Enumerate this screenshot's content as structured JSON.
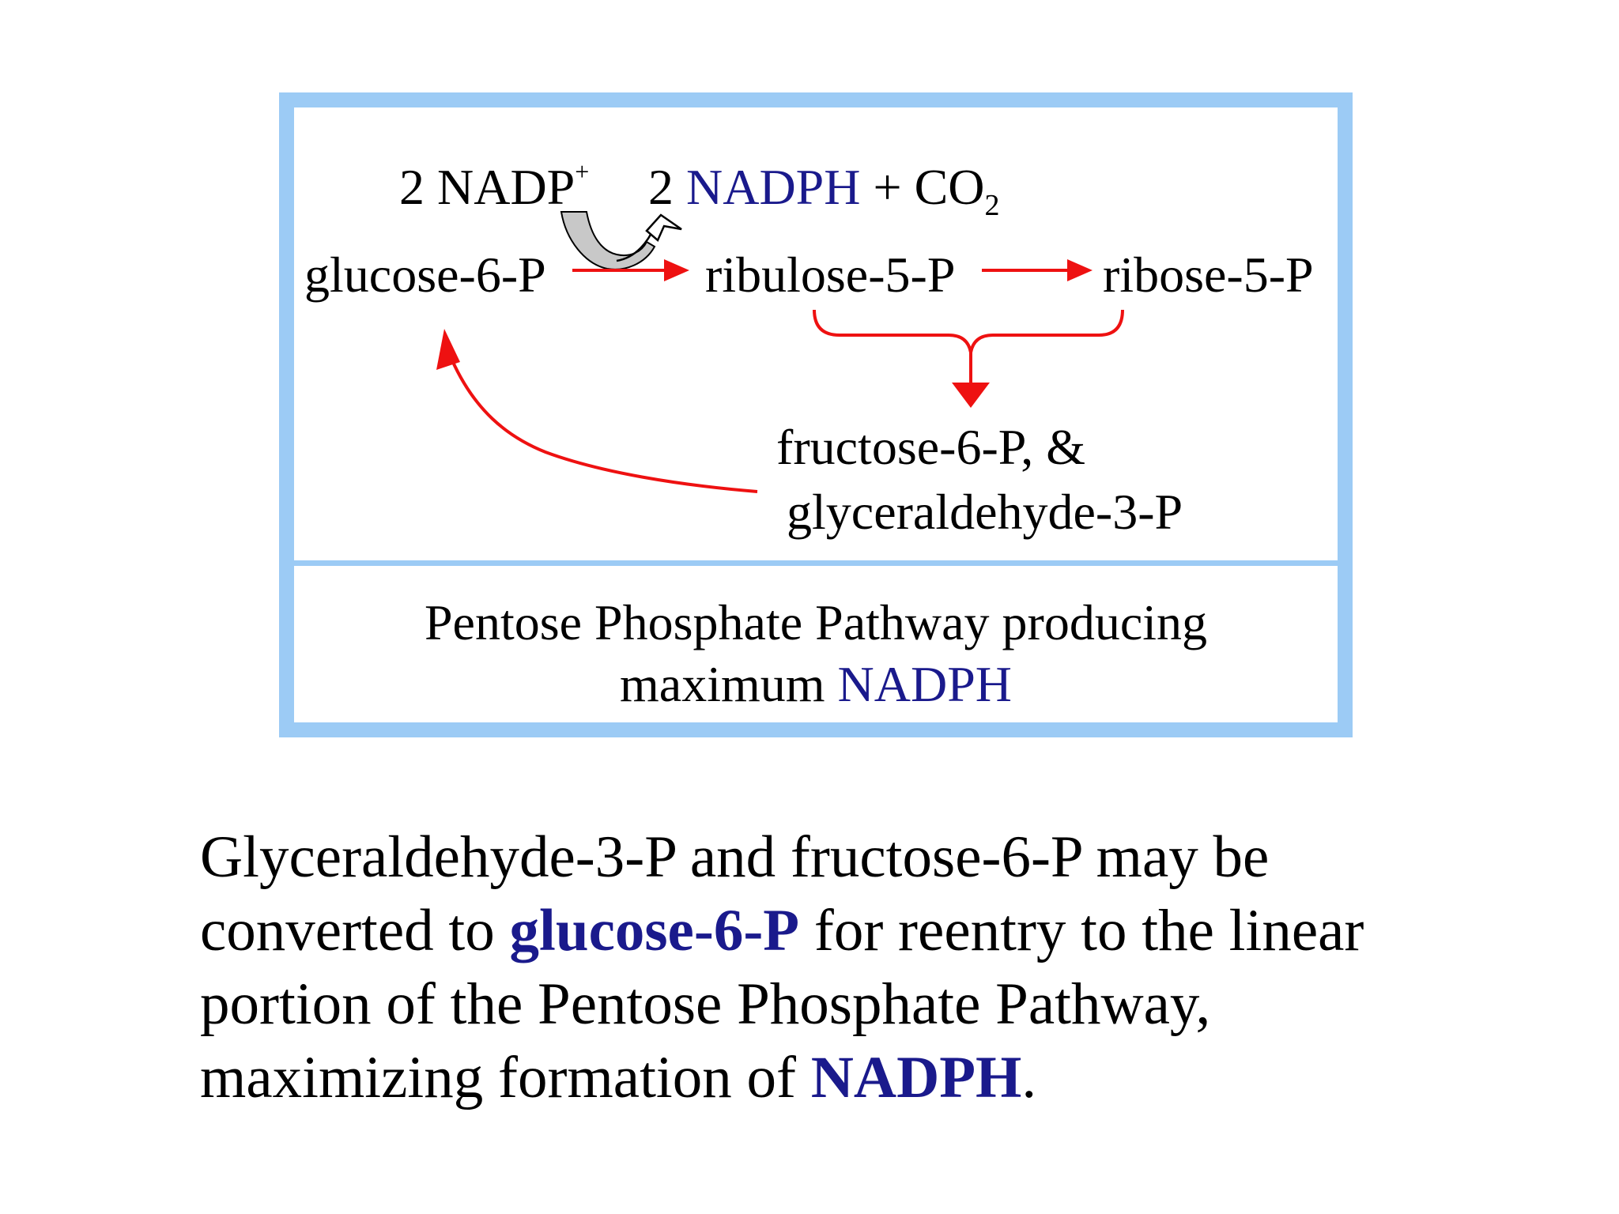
{
  "diagram": {
    "cofactors": {
      "nadp_coeff": "2",
      "nadp": "NADP",
      "nadp_charge": "+",
      "nadph_coeff": "2",
      "nadph": "NADPH",
      "plus": "+",
      "co2_base": "CO",
      "co2_sub": "2"
    },
    "nodes": {
      "glucose": "glucose-6-P",
      "ribulose": "ribulose-5-P",
      "ribose": "ribose-5-P",
      "fructose": "fructose-6-P,  &",
      "glyceraldehyde": "glyceraldehyde-3-P"
    },
    "caption": {
      "line1": "Pentose Phosphate Pathway producing",
      "line2_prefix": "maximum",
      "line2_highlight": "NADPH"
    },
    "colors": {
      "border": "#9ccbf5",
      "arrow": "#ee1111",
      "cofactor_arrow_fill": "#c8c8c8",
      "highlight": "#1a1a8c"
    }
  },
  "body": {
    "line1": "Glyceraldehyde-3-P and fructose-6-P may be",
    "line2_prefix": "converted to",
    "line2_highlight": "glucose-6-P",
    "line2_suffix": "for reentry to the linear",
    "line3": "portion of the Pentose Phosphate Pathway,",
    "line4_prefix": "maximizing formation of",
    "line4_highlight": "NADPH",
    "line4_suffix": "."
  }
}
